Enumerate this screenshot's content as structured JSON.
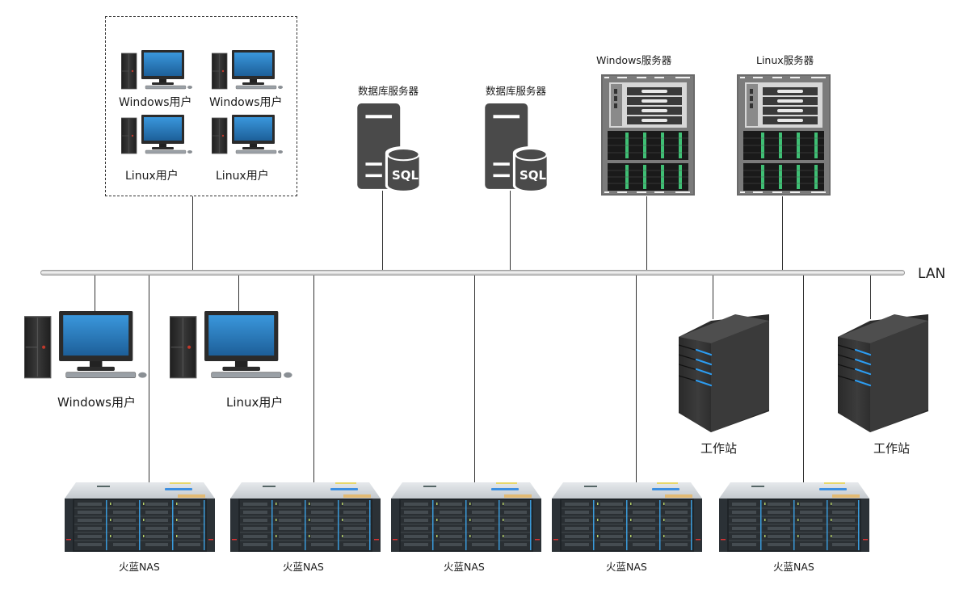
{
  "diagram": {
    "network_label": "LAN",
    "user_group": {
      "members": [
        {
          "label": "Windows用户",
          "type": "desktop-pc"
        },
        {
          "label": "Windows用户",
          "type": "desktop-pc"
        },
        {
          "label": "Linux用户",
          "type": "desktop-pc"
        },
        {
          "label": "Linux用户",
          "type": "desktop-pc"
        }
      ]
    },
    "db_servers": [
      {
        "label": "数据库服务器",
        "badge": "SQL"
      },
      {
        "label": "数据库服务器",
        "badge": "SQL"
      }
    ],
    "rack_servers": [
      {
        "label": "Windows服务器"
      },
      {
        "label": "Linux服务器"
      }
    ],
    "lan_users": [
      {
        "label": "Windows用户"
      },
      {
        "label": "Linux用户"
      }
    ],
    "workstations": [
      {
        "label": "工作站"
      },
      {
        "label": "工作站"
      }
    ],
    "nas_devices": [
      {
        "label": "火蓝NAS"
      },
      {
        "label": "火蓝NAS"
      },
      {
        "label": "火蓝NAS"
      },
      {
        "label": "火蓝NAS"
      },
      {
        "label": "火蓝NAS"
      }
    ],
    "colors": {
      "screen_blue": "#2a7fc4",
      "pc_dark": "#2b2b2b",
      "server_gray": "#4a4a4a",
      "drive_green": "#3fbf74",
      "led_blue": "#2d9cf0",
      "bus_gray": "#c8c8c8"
    }
  }
}
